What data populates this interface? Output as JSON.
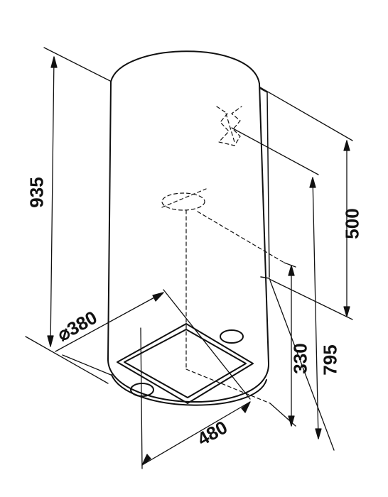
{
  "dimensions": {
    "total_height": "935",
    "upper_height": "500",
    "lower_height": "330",
    "mid_height": "795",
    "diameter": "⌀380",
    "bottom_width": "480"
  }
}
